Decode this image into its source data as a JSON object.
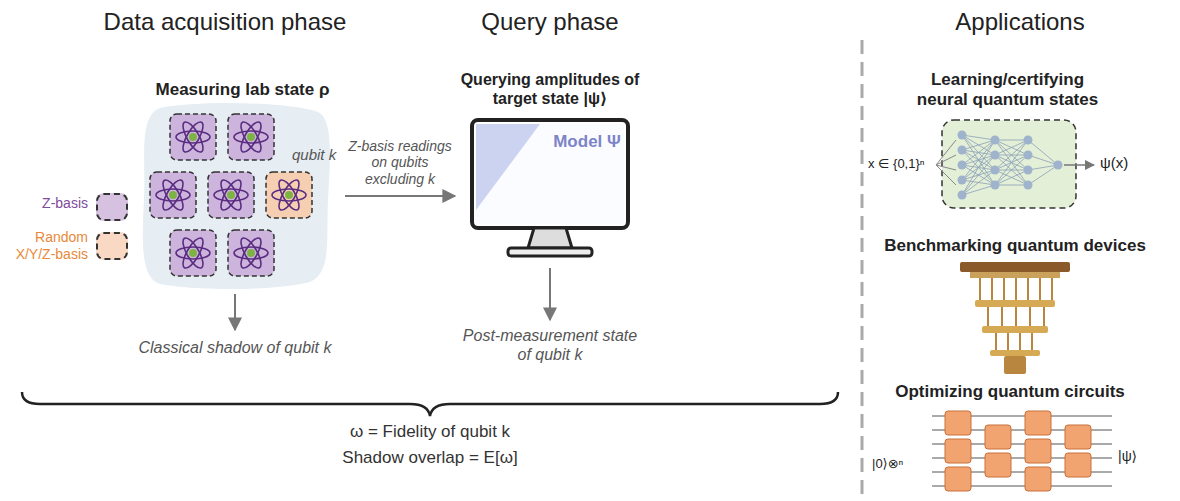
{
  "diagram": {
    "nodes": [
      {
        "text": [
          "Measuring lab state ρ"
        ]
      },
      {
        "text": [
          "Querying amplitudes of target state |ψ⟩",
          "Model Ψ"
        ]
      }
    ],
    "edges": [
      {
        "from": 0,
        "to": 1,
        "arrow": "to",
        "label": "Z-basis readings on qubits excluding k"
      }
    ],
    "labels": [
      "Data acquisition phase",
      "Query phase",
      "Applications",
      "qubit k",
      "Classical shadow of qubit k",
      "Post-measurement state of qubit k",
      "ω = Fidelity of qubit k",
      "Shadow overlap = E[ω]",
      "Learning/certifying neural quantum states",
      "x ∈ {0,1}ⁿ",
      "ψ(x)",
      "Benchmarking quantum devices",
      "Optimizing quantum circuits",
      "|0⟩⊗ⁿ",
      "|ψ⟩"
    ],
    "legend": [
      {
        "text": "Z-basis",
        "color": "#d6c2e0"
      },
      {
        "text": "Random X/Y/Z-basis",
        "color": "#f9d9c4"
      }
    ]
  }
}
